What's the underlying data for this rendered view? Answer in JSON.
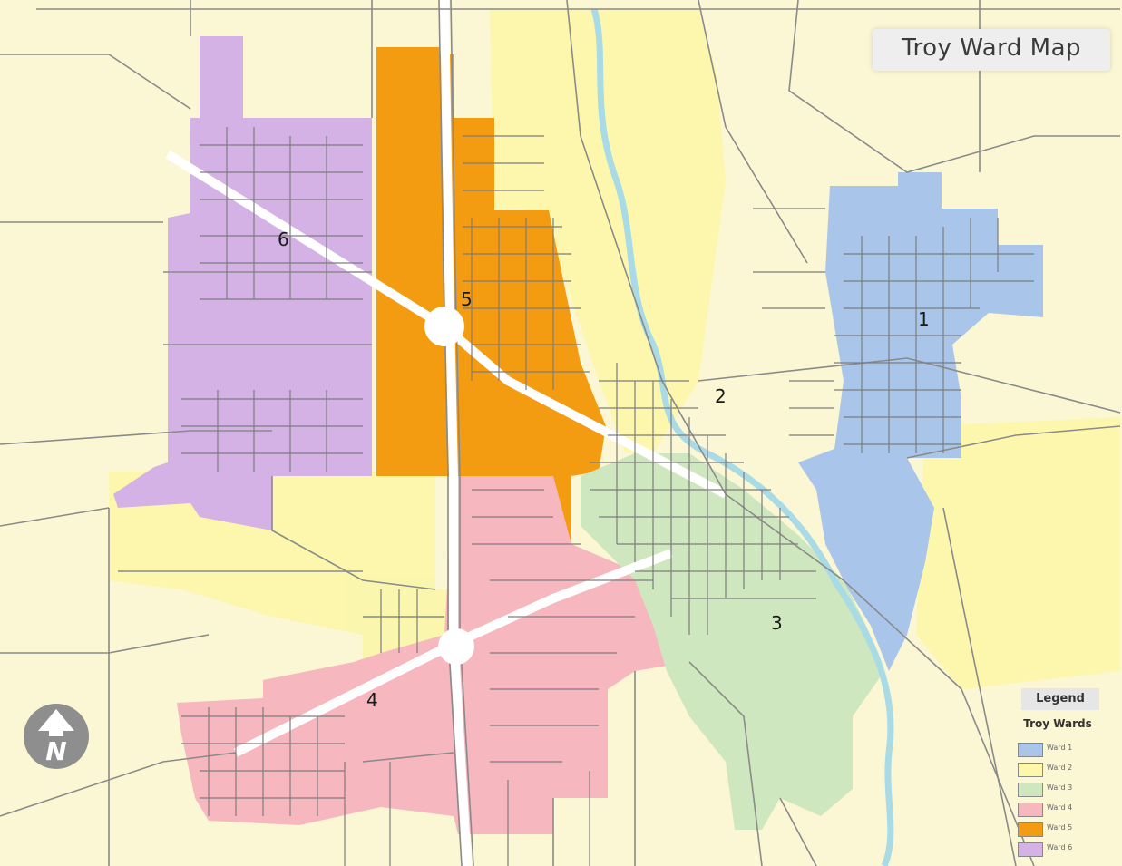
{
  "title": "Troy Ward Map",
  "colors": {
    "background": "#fbf6d3",
    "road": "#8a8a8a",
    "river": "#a8dbe6",
    "ward1": "#a9c6ea",
    "ward2": "#fcf7a9",
    "ward3": "#cfe7be",
    "ward4": "#f6b7bf",
    "ward5": "#f39c12",
    "ward6": "#d4b2e6"
  },
  "ward_labels": [
    "1",
    "2",
    "3",
    "4",
    "5",
    "6"
  ],
  "legend": {
    "heading": "Legend",
    "subheading": "Troy Wards",
    "items": [
      {
        "label": "Ward 1",
        "color": "#a9c6ea"
      },
      {
        "label": "Ward 2",
        "color": "#fcf7a9"
      },
      {
        "label": "Ward 3",
        "color": "#cfe7be"
      },
      {
        "label": "Ward 4",
        "color": "#f6b7bf"
      },
      {
        "label": "Ward 5",
        "color": "#f39c12"
      },
      {
        "label": "Ward 6",
        "color": "#d4b2e6"
      }
    ]
  },
  "north_arrow": {
    "icon": "north-arrow-icon",
    "letter": "N"
  }
}
